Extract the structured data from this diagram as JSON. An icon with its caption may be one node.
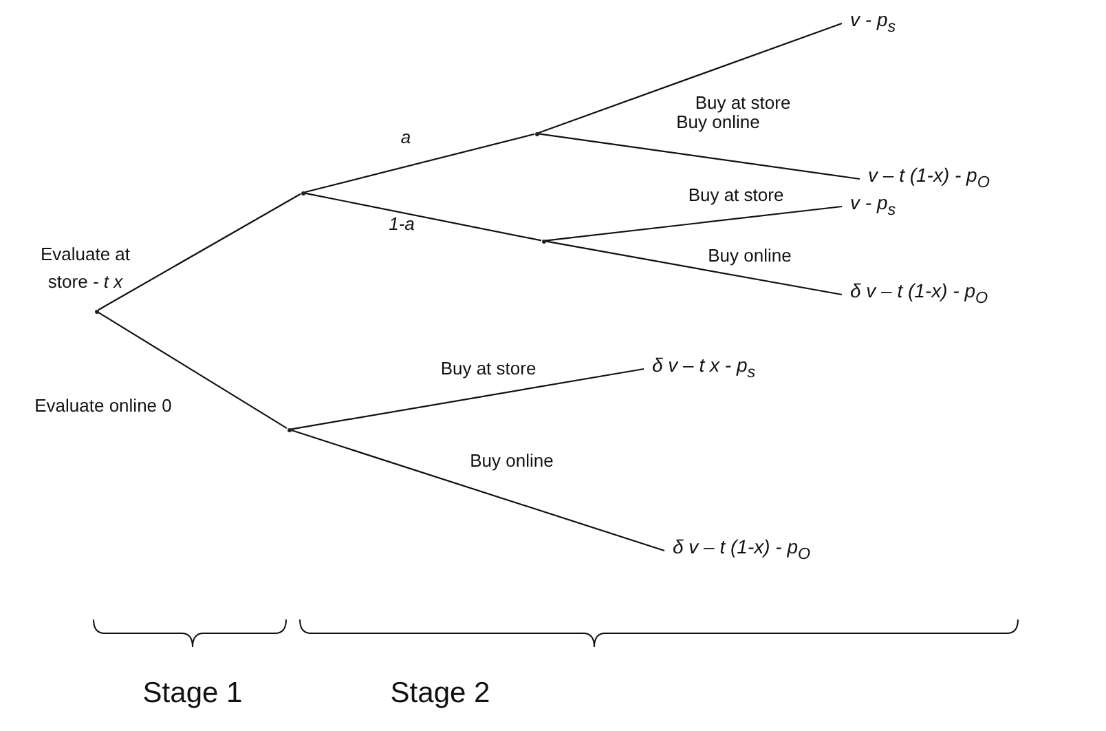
{
  "diagram": {
    "nodes": [
      {
        "text": [],
        "shape": "point"
      },
      {
        "text": [],
        "shape": "point"
      },
      {
        "text": [],
        "shape": "point"
      },
      {
        "text": [],
        "shape": "point"
      },
      {
        "text": [],
        "shape": "point"
      },
      {
        "text": [
          "v - p$_{s}$"
        ]
      },
      {
        "text": [
          "v – t (1-x) - p$_{O}$"
        ]
      },
      {
        "text": [
          "v - p$_{s}$"
        ]
      },
      {
        "text": [
          "δ v – t (1-x) - p$_{O}$"
        ]
      },
      {
        "text": [
          "δ v – t x - p$_{s}$"
        ]
      },
      {
        "text": [
          "δ v – t (1-x) - p$_{O}$"
        ]
      }
    ],
    "edges": [
      {
        "from": 0,
        "to": 1,
        "arrow": "none",
        "label": "Evaluate at store *- t x*"
      },
      {
        "from": 0,
        "to": 4,
        "arrow": "none",
        "label": "Evaluate online 0"
      },
      {
        "from": 1,
        "to": 2,
        "arrow": "none",
        "label": "*a*"
      },
      {
        "from": 1,
        "to": 3,
        "arrow": "none",
        "label": "*1-a*"
      },
      {
        "from": 2,
        "to": 5,
        "arrow": "none",
        "label": "Buy at store"
      },
      {
        "from": 2,
        "to": 6,
        "arrow": "none",
        "label": "Buy online"
      },
      {
        "from": 3,
        "to": 7,
        "arrow": "none",
        "label": "Buy at store"
      },
      {
        "from": 3,
        "to": 8,
        "arrow": "none",
        "label": "Buy online"
      },
      {
        "from": 4,
        "to": 9,
        "arrow": "none",
        "label": "Buy at store"
      },
      {
        "from": 4,
        "to": 10,
        "arrow": "none",
        "label": "Buy online"
      }
    ],
    "labels": [
      "Stage 1",
      "Stage 2"
    ]
  }
}
